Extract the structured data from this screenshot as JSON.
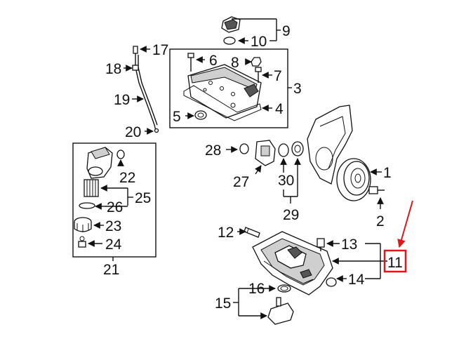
{
  "callouts": {
    "c1": "1",
    "c2": "2",
    "c3": "3",
    "c4": "4",
    "c5": "5",
    "c6": "6",
    "c7": "7",
    "c8": "8",
    "c9": "9",
    "c10": "10",
    "c11": "11",
    "c12": "12",
    "c13": "13",
    "c14": "14",
    "c15": "15",
    "c16": "16",
    "c17": "17",
    "c18": "18",
    "c19": "19",
    "c20": "20",
    "c21": "21",
    "c22": "22",
    "c23": "23",
    "c24": "24",
    "c25": "25",
    "c26": "26",
    "c27": "27",
    "c28": "28",
    "c29": "29",
    "c30": "30"
  },
  "highlight": {
    "part": "11",
    "color": "#e0161b"
  }
}
